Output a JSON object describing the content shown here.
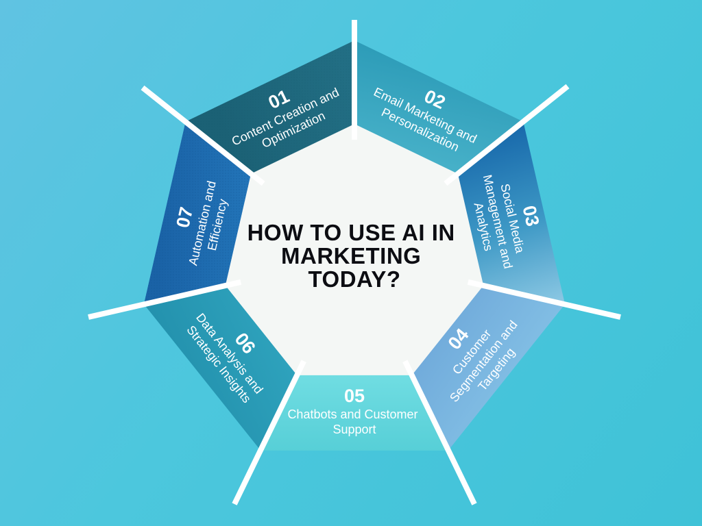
{
  "title": {
    "text": "HOW TO USE AI IN MARKETING TODAY?",
    "lines": [
      "HOW TO USE AI IN",
      "MARKETING",
      "TODAY?"
    ],
    "color": "#0c0d12"
  },
  "background": {
    "from": "#60c3e2",
    "mid": "#4cc7dd",
    "to": "#3fc2d7"
  },
  "center": {
    "fill": "#f4f7f5"
  },
  "colors": {
    "divider": "#ffffff",
    "segment_text": "#ffffff"
  },
  "segments": [
    {
      "number": "01",
      "label": "Content Creation and Optimization",
      "lines": [
        "Content Creation and",
        "Optimization"
      ],
      "color_from": "#1b6175",
      "color_to": "#26768d"
    },
    {
      "number": "02",
      "label": "Email Marketing and Personalization",
      "lines": [
        "Email Marketing and",
        "Personalization"
      ],
      "color_from": "#2d9cb8",
      "color_to": "#4bb4cb"
    },
    {
      "number": "03",
      "label": "Social Media Management and Analytics",
      "lines": [
        "Social Media",
        "Management and",
        "Analytics"
      ],
      "color_from": "#1565a9",
      "color_mid": "#3d98c5",
      "color_to": "#8ac7e3"
    },
    {
      "number": "04",
      "label": "Customer Segmentation and Targeting",
      "lines": [
        "Customer",
        "Segmentation and",
        "Targeting"
      ],
      "color_from": "#6fa9da",
      "color_to": "#85c2e6"
    },
    {
      "number": "05",
      "label": "Chatbots and Customer Support",
      "lines": [
        "Chatbots and Customer",
        "Support"
      ],
      "color_from": "#70dde2",
      "color_to": "#57cfd7"
    },
    {
      "number": "06",
      "label": "Data Analysis and Strategic Insights",
      "lines": [
        "Data Analysis and",
        "Strategic Insights"
      ],
      "color_from": "#30a5bf",
      "color_to": "#2391ad"
    },
    {
      "number": "07",
      "label": "Automation and Efficiency",
      "lines": [
        "Automation and",
        "Efficiency"
      ],
      "color_from": "#2274b8",
      "color_to": "#1a62a6"
    }
  ]
}
